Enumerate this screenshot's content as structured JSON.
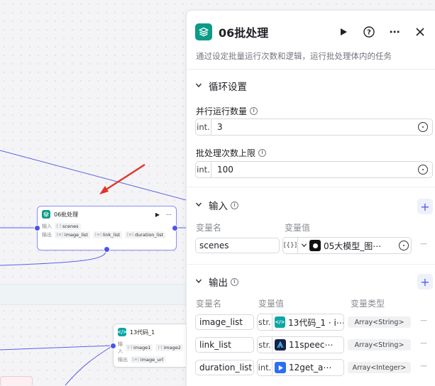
{
  "canvas": {
    "batch_node": {
      "title": "06批处理",
      "input_label": "输入",
      "input_chip": "scenes",
      "output_label": "输出",
      "output_chips": [
        "image_list",
        "link_list",
        "duration_list"
      ]
    },
    "code_node": {
      "title": "13代码_1",
      "input_label": "输入",
      "input_chips": [
        "image1",
        "image2"
      ],
      "output_label": "输出",
      "output_chip": "image_url"
    }
  },
  "panel": {
    "title": "06批处理",
    "description": "通过设定批量运行次数和逻辑，运行批处理体内的任务",
    "loop_section": {
      "title": "循环设置",
      "parallel_label": "并行运行数量",
      "parallel_type": "int.",
      "parallel_value": "3",
      "max_label": "批处理次数上限",
      "max_type": "int.",
      "max_value": "100"
    },
    "input_section": {
      "title": "输入",
      "col_name": "变量名",
      "col_value": "变量值",
      "rows": [
        {
          "name": "scenes",
          "type": "[{}]",
          "ref": "05大模型_图⋯"
        }
      ]
    },
    "output_section": {
      "title": "输出",
      "col_name": "变量名",
      "col_value": "变量值",
      "col_type": "变量类型",
      "rows": [
        {
          "name": "image_list",
          "type": "str.",
          "ref": "13代码_1 · i⋯",
          "var_type": "Array<String>"
        },
        {
          "name": "link_list",
          "type": "str.",
          "ref": "11speec⋯",
          "var_type": "Array<String>"
        },
        {
          "name": "duration_list",
          "type": "int.",
          "ref": "12get_a⋯",
          "var_type": "Array<Integer>"
        }
      ]
    }
  },
  "colors": {
    "accent": "#4d53e8",
    "batch_icon": "#0b9b87",
    "code_icon": "#0fa5a5",
    "arrow": "#e5322d"
  }
}
